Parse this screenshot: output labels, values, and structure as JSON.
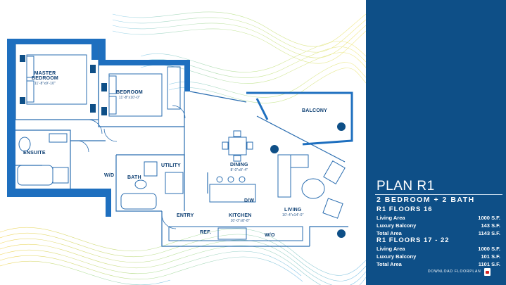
{
  "plan": {
    "rooms": {
      "master_bedroom": {
        "name_line1": "MASTER",
        "name_line2": "BEDROOM",
        "dims": "11'-8\"x9'-10\""
      },
      "bedroom": {
        "name": "BEDROOM",
        "dims": "11'-8\"x10'-0\""
      },
      "ensuite": {
        "name": "ENSUITE"
      },
      "wd": {
        "name": "W/D"
      },
      "bath": {
        "name": "BATH"
      },
      "utility": {
        "name": "UTILITY"
      },
      "dining": {
        "name": "DINING",
        "dims": "8'-0\"x9'-4\""
      },
      "kitchen": {
        "name": "KITCHEN",
        "dims": "10'-0\"x8'-8\""
      },
      "dw": {
        "name": "D/W"
      },
      "living": {
        "name": "LIVING",
        "dims": "10'-4\"x14'-0\""
      },
      "balcony": {
        "name": "BALCONY"
      },
      "entry": {
        "name": "ENTRY"
      },
      "ref": {
        "name": "REF."
      },
      "wo": {
        "name": "W/O"
      }
    },
    "colors": {
      "wall": "#1e6fbf",
      "line": "#2a6db0",
      "text": "#0d3f73"
    }
  },
  "panel": {
    "title": "PLAN R1",
    "subtitle": "2 BEDROOM + 2 BATH",
    "sections": [
      {
        "heading": "R1 FLOORS 16",
        "rows": [
          {
            "label": "Living Area",
            "value": "1000 S.F."
          },
          {
            "label": "Luxury Balcony",
            "value": "143 S.F."
          },
          {
            "label": "Total Area",
            "value": "1143 S.F."
          }
        ]
      },
      {
        "heading": "R1 FLOORS 17 - 22",
        "rows": [
          {
            "label": "Living Area",
            "value": "1000 S.F."
          },
          {
            "label": "Luxury Balcony",
            "value": "101 S.F."
          },
          {
            "label": "Total Area",
            "value": "1101 S.F."
          }
        ]
      }
    ],
    "download_label": "DOWNLOAD FLOORPLAN",
    "download_icon": "pdf-icon",
    "background_color": "#0e4f87"
  }
}
